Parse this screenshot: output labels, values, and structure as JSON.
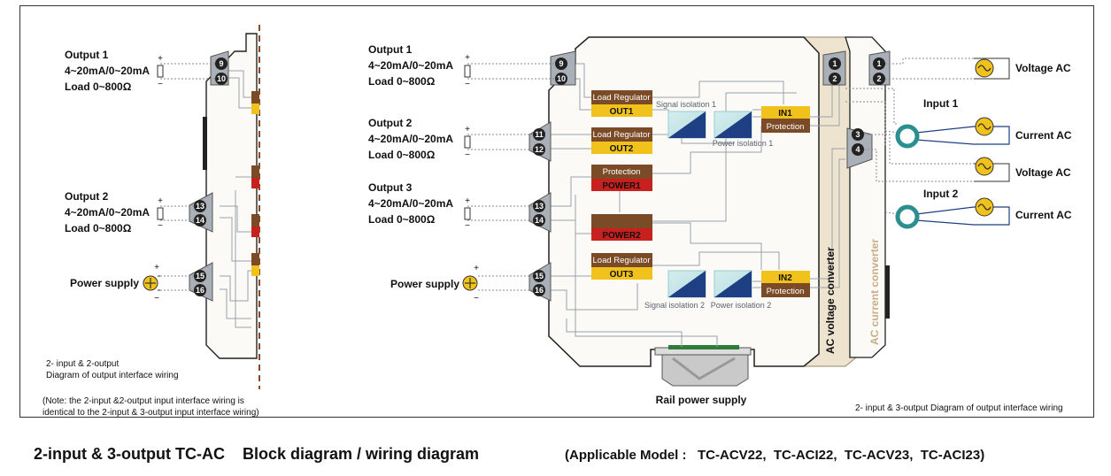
{
  "left_panel": {
    "output1": [
      "Output 1",
      "4~20mA/0~20mA",
      "Load 0~800Ω"
    ],
    "output2": [
      "Output 2",
      "4~20mA/0~20mA",
      "Load 0~800Ω"
    ],
    "power_supply": "Power supply",
    "terminals": [
      "9",
      "10",
      "13",
      "14",
      "15",
      "16"
    ],
    "caption": [
      "2- input & 2-output",
      "Diagram of output interface wiring"
    ],
    "note": [
      "(Note: the 2-input &2-output input interface wiring is",
      "identical to the 2-input & 3-output input interface wiring)"
    ]
  },
  "right_panel": {
    "output1": [
      "Output 1",
      "4~20mA/0~20mA",
      "Load 0~800Ω"
    ],
    "output2": [
      "Output 2",
      "4~20mA/0~20mA",
      "Load 0~800Ω"
    ],
    "output3": [
      "Output 3",
      "4~20mA/0~20mA",
      "Load 0~800Ω"
    ],
    "power_supply": "Power supply",
    "output_terminals": [
      "9",
      "10",
      "11",
      "12",
      "13",
      "14",
      "15",
      "16"
    ],
    "input_terminals": [
      "1",
      "2",
      "3",
      "4"
    ],
    "outer_terminals": [
      "1",
      "2"
    ],
    "blocks": {
      "load_regulator": "Load Regulator",
      "out1": "OUT1",
      "out2": "OUT2",
      "out3": "OUT3",
      "protection": "Protection",
      "power1": "POWER1",
      "power2": "POWER2",
      "in1": "IN1",
      "in2": "IN2"
    },
    "signal_isolation_1": "Signal isolation 1",
    "power_isolation_1": "Power isolation 1",
    "signal_isolation_2": "Signal isolation 2",
    "power_isolation_2": "Power isolation 2",
    "ac_voltage_converter": "AC voltage converter",
    "ac_current_converter": "AC current converter",
    "input1": "Input 1",
    "input2": "Input 2",
    "voltage_ac": "Voltage AC",
    "current_ac": "Current AC",
    "rail_power_supply": "Rail power supply",
    "caption": "2- input & 3-output Diagram of output interface wiring"
  },
  "footer": {
    "title": "2-input & 3-output TC-AC    Block diagram / wiring diagram",
    "models": "(Applicable Model :   TC-ACV22,  TC-ACI22,  TC-ACV23,  TC-ACI23)"
  },
  "colors": {
    "brown": "#7b4a26",
    "yellow": "#f1c21b",
    "red": "#c8201f",
    "teal": "#2b8f8f",
    "navy": "#1f3f85",
    "beige": "#ede3cf",
    "body": "#fbfaf7",
    "terminal_gray": "#aab0b7"
  }
}
